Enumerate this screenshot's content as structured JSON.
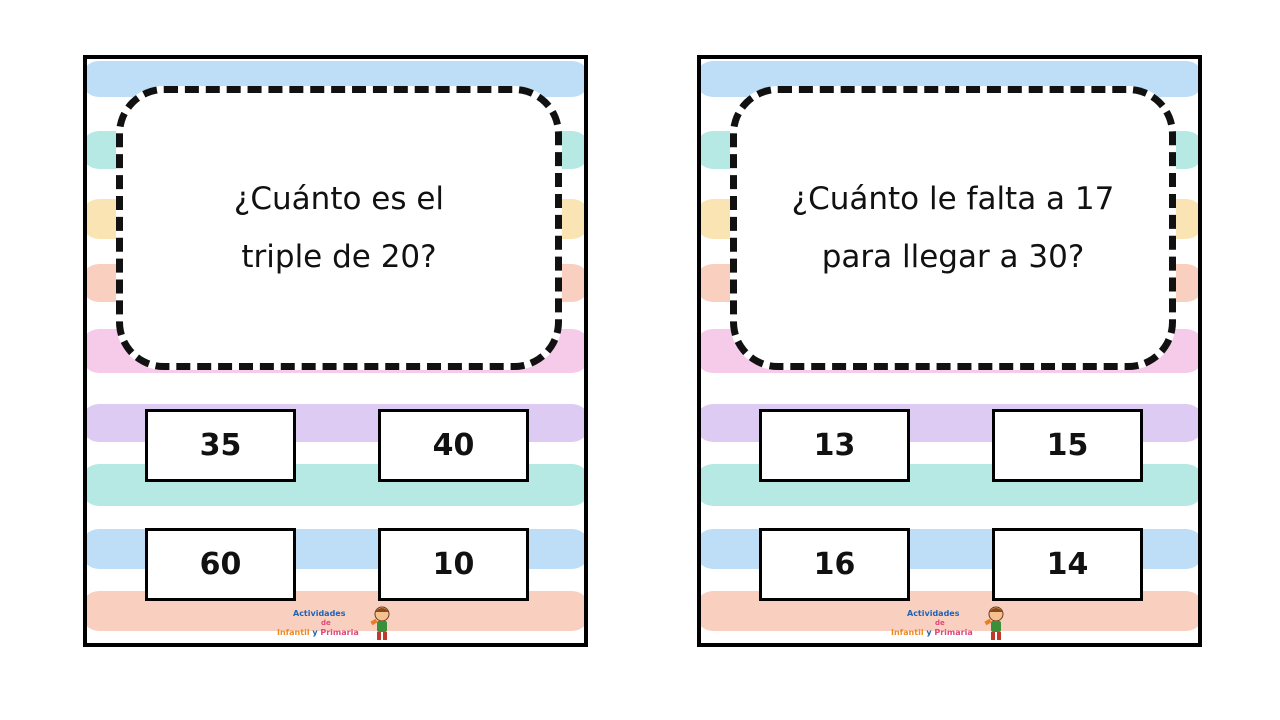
{
  "colors": {
    "stripe_blue": "#b9dcf5",
    "stripe_teal": "#b3e8e3",
    "stripe_yellow": "#fbe3b0",
    "stripe_peach": "#f9cdbd",
    "stripe_pink": "#f6c8e8",
    "stripe_purple": "#dcc8f3",
    "border": "#000000"
  },
  "cards": [
    {
      "question_line1": "¿Cuánto es el",
      "question_line2": "triple de 20?",
      "answers": [
        "35",
        "40",
        "60",
        "10"
      ]
    },
    {
      "question_line1": "¿Cuánto le falta a 17",
      "question_line2": "para llegar a 30?",
      "answers": [
        "13",
        "15",
        "16",
        "14"
      ]
    }
  ],
  "logo": {
    "line1": "Actividades",
    "line2": "de",
    "line3a": "Infantil",
    "line3b": "y",
    "line3c": "Primaria",
    "icon": "kid-mascot-icon"
  }
}
